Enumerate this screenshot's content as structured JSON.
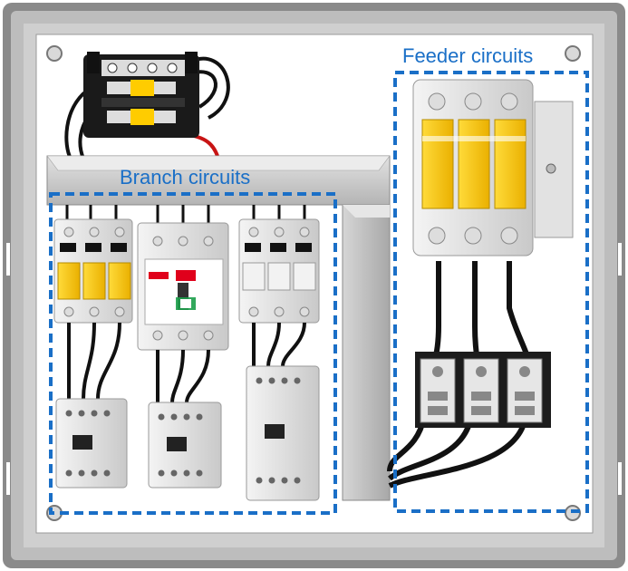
{
  "labels": {
    "branch": "Branch circuits",
    "feeder": "Feeder circuits"
  },
  "colors": {
    "label_text": "#1a6fc7",
    "dashed_outline": "#1a6fc7",
    "enclosure_outer": "#8c8c8c",
    "enclosure_inner": "#b9b9b9",
    "backplate": "#ffffff",
    "wireway": "#c8c8c8",
    "fuse_yellow": "#ffcc00",
    "breaker_red": "#e0001b",
    "breaker_green": "#1c9e4a",
    "wire": "#111111",
    "wire_red": "#c81414"
  },
  "components": {
    "control_transformer_fuse_block": {
      "fuses": 2
    },
    "branch_circuits": [
      {
        "protection": "fuse-holder",
        "poles": 3,
        "contactor": "contactor"
      },
      {
        "protection": "circuit-breaker",
        "poles": 3,
        "contactor": "contactor"
      },
      {
        "protection": "blown-fuse-holder",
        "poles": 3,
        "contactor": "contactor-large"
      }
    ],
    "feeder_circuits": {
      "protection": "fuse-holder",
      "poles": 3,
      "distribution_blocks": 3
    }
  }
}
